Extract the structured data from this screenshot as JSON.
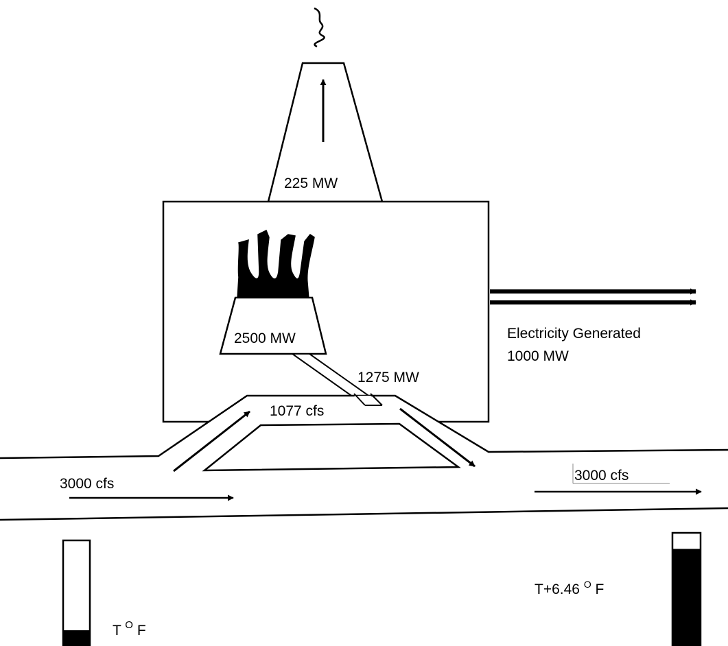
{
  "labels": {
    "stack_heat": "225 MW",
    "reactor_heat": "2500 MW",
    "condenser_heat": "1275 MW",
    "diverted_flow": "1077 cfs",
    "electricity_line1": "Electricity Generated",
    "electricity_line2": "1000 MW",
    "upstream_flow": "3000 cfs",
    "downstream_flow": "3000 cfs",
    "upstream_temp_base": "T ",
    "upstream_temp_unit": "O",
    "upstream_temp_suffix": "F",
    "downstream_temp_base": "T+6.46",
    "downstream_temp_unit": "O",
    "downstream_temp_suffix": "F"
  },
  "thermometers": {
    "upstream_fill_fraction": 0.16,
    "downstream_fill_fraction": 0.86
  },
  "colors": {
    "ink": "#000000",
    "paper": "#ffffff"
  }
}
